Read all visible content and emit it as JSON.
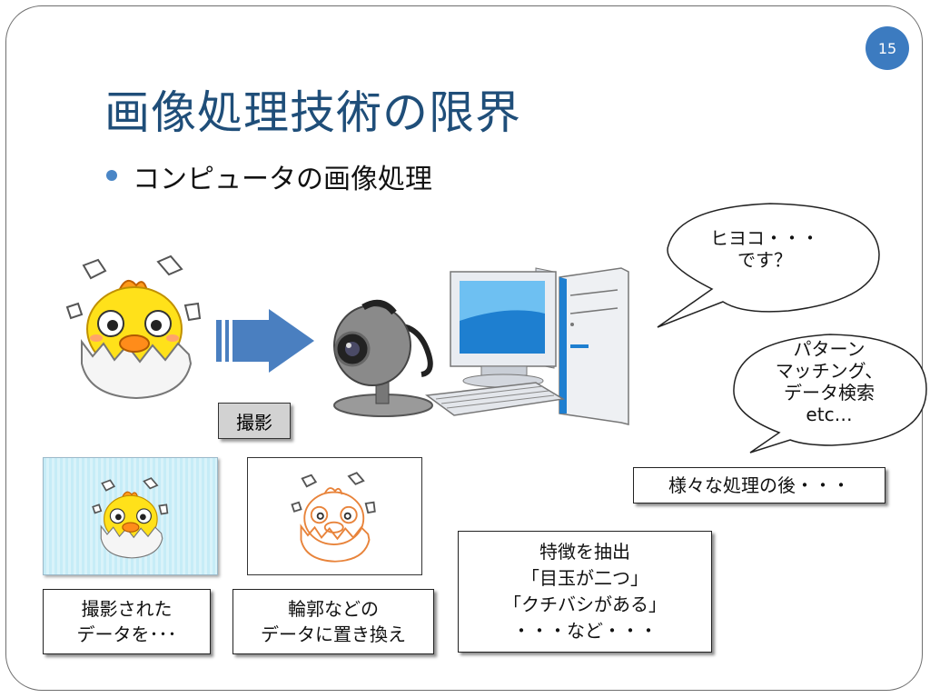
{
  "slide": {
    "page_number": "15",
    "title": "画像処理技術の限界",
    "bullet": "コンピュータの画像処理"
  },
  "labels": {
    "capture": "撮影"
  },
  "speech_bubbles": {
    "hiyoko": [
      "ヒヨコ・・・",
      "です？"
    ],
    "matching": [
      "パターン",
      "マッチング、",
      "データ検索",
      "etc…"
    ]
  },
  "boxes": {
    "after_processing": "様々な処理の後・・・",
    "captured_data": [
      "撮影された",
      "データを･･･"
    ],
    "outline_data": [
      "輪郭などの",
      "データに置き換え"
    ],
    "features": [
      "特徴を抽出",
      "「目玉が二つ」",
      "「クチバシがある」",
      "・・・など・・・"
    ]
  },
  "colors": {
    "title": "#1f4e79",
    "accent": "#3c7bc0",
    "arrow": "#4a7fc0",
    "chick_yellow": "#ffe11a",
    "outline_orange": "#e8833a"
  },
  "icons": [
    "chick-icon",
    "arrow-right-icon",
    "webcam-icon",
    "desktop-computer-icon"
  ]
}
